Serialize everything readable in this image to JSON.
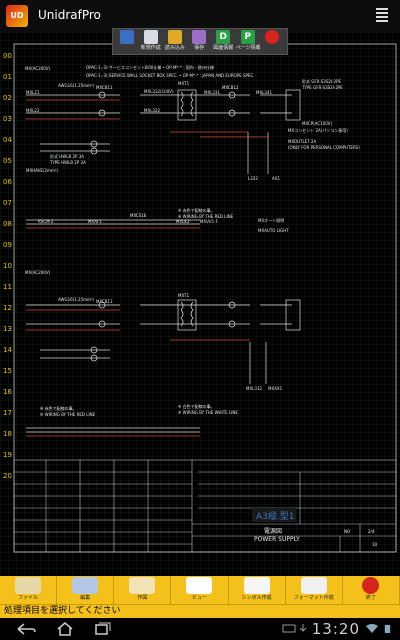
{
  "app": {
    "logo_text": "UD",
    "title": "UnidrafPro"
  },
  "toolbar": {
    "buttons": [
      {
        "label": "",
        "icon": "move-icon"
      },
      {
        "label": "新規作成",
        "icon": "new-document-icon"
      },
      {
        "label": "読み込み",
        "icon": "open-folder-icon"
      },
      {
        "label": "保存",
        "icon": "save-icon"
      },
      {
        "label": "図面情報",
        "icon": "drawing-info-icon",
        "glyph": "D"
      },
      {
        "label": "ページ情報",
        "icon": "page-info-icon",
        "glyph": "P"
      },
      {
        "label": "",
        "icon": "close-icon"
      }
    ]
  },
  "drawing": {
    "row_labels": [
      "00",
      "01",
      "02",
      "03",
      "04",
      "05",
      "06",
      "07",
      "08",
      "09",
      "10",
      "11",
      "12",
      "13",
      "14",
      "15",
      "16",
      "17",
      "18",
      "19",
      "20"
    ],
    "texts": {
      "mx_top": "MX(AC200V)",
      "spec_jp": "OPAC-1,-3):サービスコンセントBOX仕様 • OP-M*-* : 国内・欧州仕様",
      "spec_en": "OPAC-1,-3):SERVICE WALL SOCKET BOX SPEC. • OP-M*-* : JAPAN AND EUROPE SPEC.",
      "awg_top": "AWG16(1.25mm²)",
      "mxcb11": "MXCB11",
      "mxtb1": "MXT1",
      "mx_21": "MXL21",
      "mx_22": "MXL22",
      "mxl332_100": "MXL332(100V)",
      "mxl_n": "MXL322",
      "mxcb12": "MXCB12",
      "mxl331": "MXL331",
      "mxl341": "MXL341",
      "gfr_top": "形式 GFR-S3S2I-2PE",
      "type_top": "TYPE GFR-S3S2I-2PE",
      "mxcp": "MXCP(AC100V)",
      "outlet_jp": "MXコンセント 2A(パソコン専用)",
      "outlet_en": "MXOUTLET 2A",
      "outlet_en2": "(ONLY FOR PERSONAL COMPUTERS)",
      "l332": "L332",
      "ax1": "AX1",
      "lamp_jp": "形式 HWLB 2P 3A",
      "lamp_type": "TYPE HWLB 2P 3A",
      "mxhs": "MXHAVE(2mm²)",
      "leg1": "※ 赤色で配線の事。",
      "leg2": "※ WIRING BY THE RED LINE",
      "rscm": "RSCM-2",
      "mxaf1": "MXAF1",
      "mxcs": "MXCS16",
      "mxl": "MXLK2",
      "mxvv": "MXVV1-F",
      "light_jp": "MXオート照明",
      "light_en": "MXAUTO LIGHT",
      "mx_mid": "MX(AC200V)",
      "awg_mid": "AWG16(1.25mm²)",
      "mxcb11b": "MXCB11",
      "mxt1b": "MXT1",
      "leg3": "※ 赤色で配線の事。",
      "leg4": "※ WIRING BY THE RED LINE",
      "leg5": "※ 白色で配線の事。",
      "leg6": "※ WIRING BY THE WHITE LINE",
      "mxl332b": "MXL332",
      "mxax1": "MXAX1"
    },
    "title_block": {
      "sheet_id": "A3縦.型1",
      "title_jp": "電源図",
      "title_en": "POWER SUPPLY",
      "no_label": "NO",
      "page": "2/4",
      "rev": "10"
    }
  },
  "funcbar": {
    "buttons": [
      {
        "label": "ファイル",
        "icon": "file-icon"
      },
      {
        "label": "編集",
        "icon": "edit-icon"
      },
      {
        "label": "作図",
        "icon": "draw-icon"
      },
      {
        "label": "ビュー",
        "icon": "view-icon"
      },
      {
        "label": "シンボル作成",
        "icon": "symbol-icon"
      },
      {
        "label": "フォーマット作成",
        "icon": "format-icon"
      },
      {
        "label": "終了",
        "icon": "exit-icon"
      }
    ]
  },
  "status": {
    "message": "処理項目を選択してください"
  },
  "system": {
    "clock": "13:20"
  }
}
